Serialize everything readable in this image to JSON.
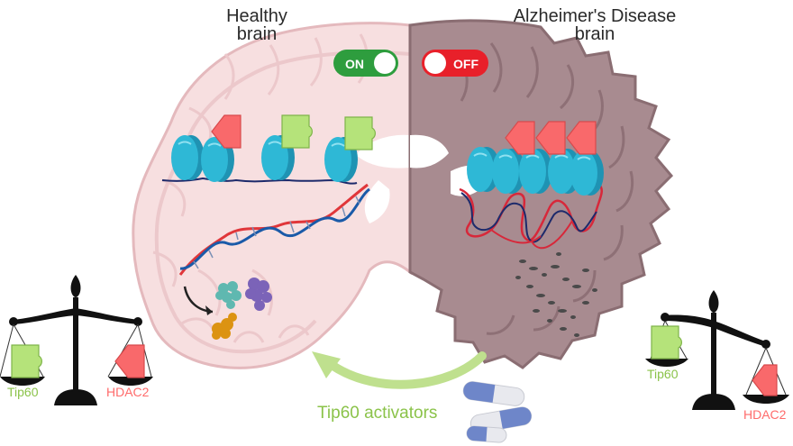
{
  "labels": {
    "healthy_line1": "Healthy",
    "healthy_line2": "brain",
    "ad_line1": "Alzheimer's Disease",
    "ad_line2": "brain"
  },
  "switches": {
    "on_label": "ON",
    "off_label": "OFF",
    "on_color": "#2e9d3e",
    "off_color": "#e8202a"
  },
  "scales": {
    "left": {
      "tip60": "Tip60",
      "hdac2": "HDAC2"
    },
    "right": {
      "tip60": "Tip60",
      "hdac2": "HDAC2"
    }
  },
  "activators": "Tip60 activators",
  "colors": {
    "tip60": "#b5e37a",
    "hdac2": "#f9696b",
    "nucleosome": "#2eb8d6",
    "healthy_brain": "#f7dfe0",
    "ad_brain": "#a88b90"
  }
}
